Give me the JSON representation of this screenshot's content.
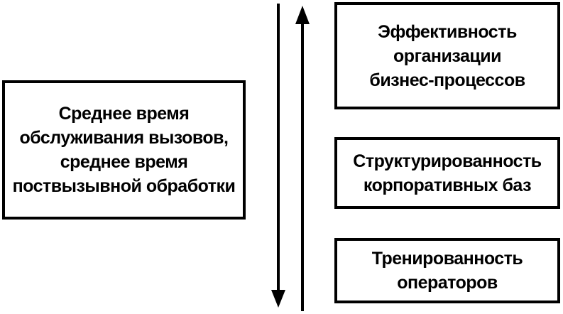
{
  "diagram": {
    "left_box": {
      "lines": [
        "Среднее время",
        "обслуживания вызовов,",
        "среднее время",
        "поствызывной обработки"
      ]
    },
    "right_boxes": [
      {
        "lines": [
          "Эффективность",
          "организации",
          "бизнес-процессов"
        ]
      },
      {
        "lines": [
          "Структурированность",
          "корпоративных баз"
        ]
      },
      {
        "lines": [
          "Тренированность",
          "операторов"
        ]
      }
    ],
    "arrows": [
      {
        "direction": "down"
      },
      {
        "direction": "up"
      }
    ],
    "colors": {
      "stroke": "#000000",
      "background": "#ffffff"
    }
  }
}
